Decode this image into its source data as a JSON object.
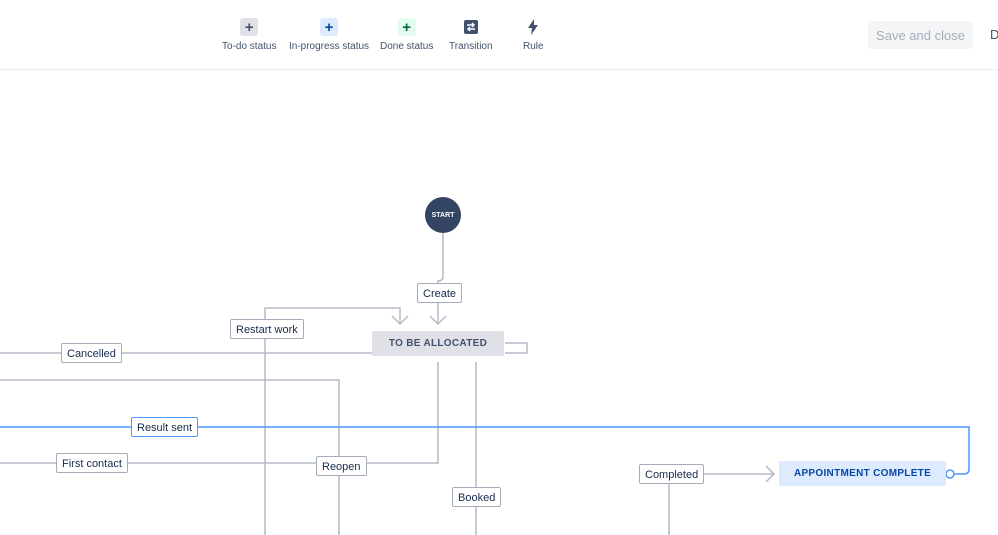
{
  "toolbar": {
    "tools": [
      {
        "label": "To-do status",
        "icon": "plus-icon",
        "color": "#dfe1e6"
      },
      {
        "label": "In-progress status",
        "icon": "plus-icon",
        "color": "#deebff"
      },
      {
        "label": "Done status",
        "icon": "plus-icon",
        "color": "#e3fcef"
      },
      {
        "label": "Transition",
        "icon": "transition-icon"
      },
      {
        "label": "Rule",
        "icon": "lightning-icon"
      }
    ],
    "save_label": "Save and close",
    "truncated_label": "D"
  },
  "workflow": {
    "start_label": "START",
    "statuses": {
      "to_be_allocated": "TO BE ALLOCATED",
      "appointment_complete": "APPOINTMENT COMPLETE"
    },
    "transitions": {
      "create": "Create",
      "restart_work": "Restart work",
      "cancelled": "Cancelled",
      "result_sent": "Result sent",
      "first_contact": "First contact",
      "reopen": "Reopen",
      "booked": "Booked",
      "completed": "Completed"
    },
    "colors": {
      "line": "#b3bac5",
      "selected_line": "#4c9aff",
      "start": "#344563"
    }
  }
}
